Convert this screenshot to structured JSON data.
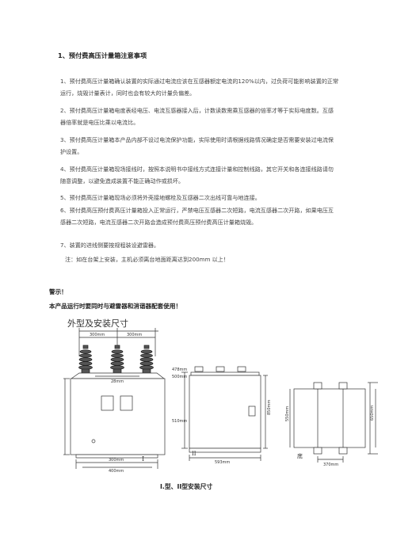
{
  "heading": "1、预付费高压计量箱注意事项",
  "items": [
    "1、预付费高压计量箱确认装置的实际通过电流应该在互感器额定电流的120%以内，过负荷可能影响装置的正常运行，烧毁计量表计，同时也会有较大的计量负偏差。",
    "2、预付费高压计量箱电度表经电压、电流互感器接入后，计数读数需乘互感器的倍率才等于实际电度数。互感器倍率就是电压比乘以电流比。",
    "3、预付费高压计量箱本产品内部不设过电流保护功能，实际使用时请根据线路情况确定是否需要安装过电流保护设置。",
    "4、预付费高压计量箱现场接线时，按照本说明书中接线方式连接计量和控制线路，其它开关和各连接线路请勿随意调整，以避免造成装置不能正确动作或损坏。",
    "5、预付费高压计量箱现场必须将外壳接地螺栓及互感器二次出线可靠与地连接。",
    "6、预付费高压预付费高压计量箱投入正常运行，严禁电压互感器二次短路，电流互感器二次开路，如果电压互感器二次短路，电流互感器二次开路会造成预付费高压预付费高压计量箱烧毁。",
    "7、装置的进线侧要按规程装设避雷器。"
  ],
  "note": "注：如在台架上安装，主机必须离台地面距离达到200mm 以上！",
  "warning_title": "警示！",
  "warning_text": "本产品运行时要同时与避雷器和消谐器配套使用！",
  "drawing": {
    "handwritten_title": "外型及安装尺寸",
    "dims_left": [
      "300mm",
      "300mm",
      "28mm",
      "300mm",
      "400mm"
    ],
    "dims_mid": [
      "478mm",
      "500mm",
      "510mm",
      "850mm",
      "593mm"
    ],
    "dims_right": [
      "550mm",
      "650mm",
      "370mm"
    ],
    "mark_1": "I",
    "mark_2": "II",
    "mark_3": "底"
  },
  "caption": "I.型、II型安装尺寸"
}
